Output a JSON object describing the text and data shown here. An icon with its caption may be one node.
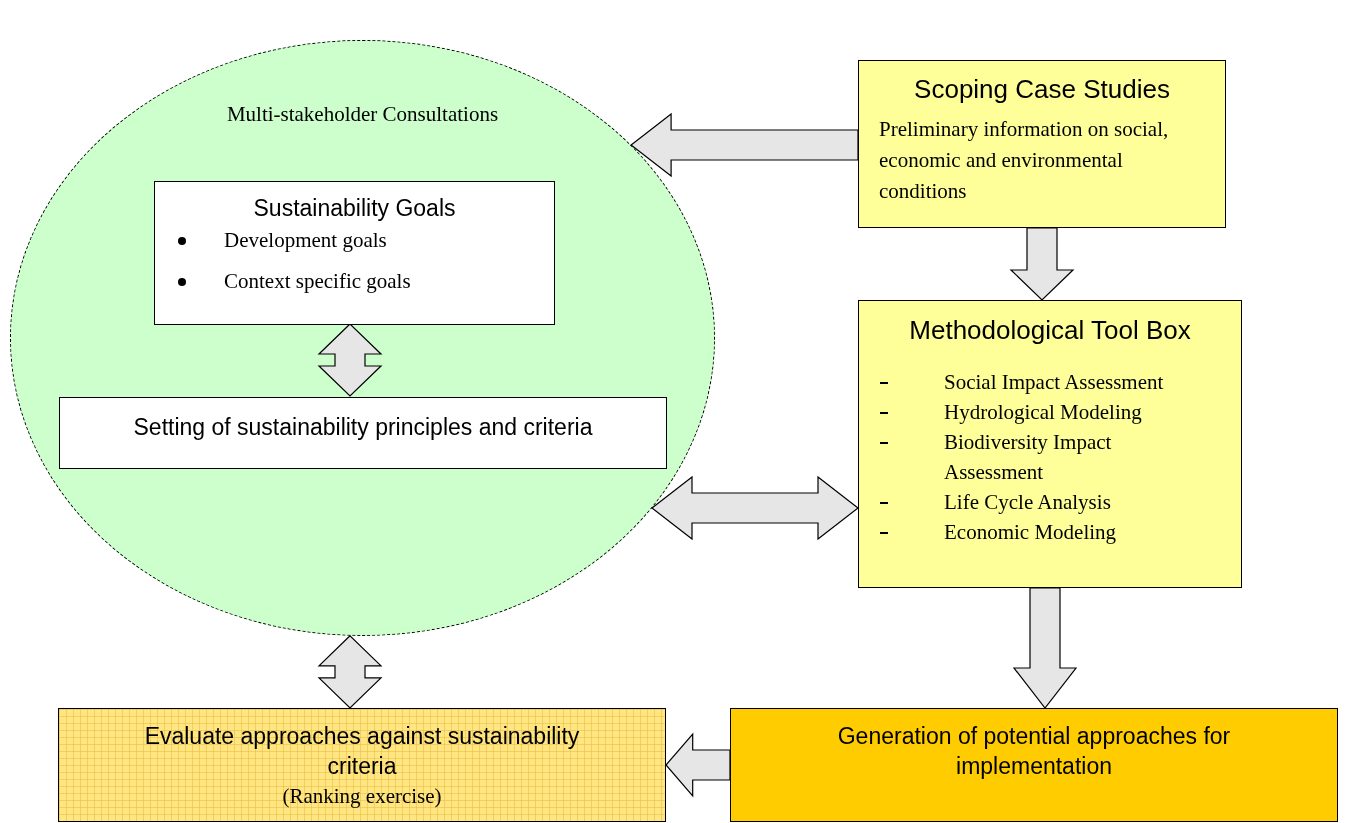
{
  "diagram": {
    "nodes": [
      {
        "text": [
          "Multi-stakeholder Consultations"
        ]
      },
      {
        "text": [
          "Sustainability Goals",
          "Development goals",
          "Context specific goals"
        ],
        "in": 0
      },
      {
        "text": [
          "Setting of sustainability principles and criteria"
        ],
        "in": 0
      },
      {
        "text": [
          "Scoping Case Studies",
          "Preliminary information on social, economic and environmental conditions"
        ]
      },
      {
        "text": [
          "Methodological Tool Box",
          "Social Impact Assessment",
          "Hydrological Modeling",
          "Biodiversity Impact Assessment",
          "Life Cycle Analysis",
          "Economic Modeling"
        ]
      },
      {
        "text": [
          "Generation of potential approaches for implementation"
        ]
      },
      {
        "text": [
          "Evaluate approaches against sustainability criteria",
          "(Ranking exercise)"
        ]
      }
    ],
    "edges": [
      {
        "from": 3,
        "to": 0,
        "arrow": "to"
      },
      {
        "from": 3,
        "to": 4,
        "arrow": "to"
      },
      {
        "from": 1,
        "to": 2,
        "arrow": "both"
      },
      {
        "from": 0,
        "to": 4,
        "arrow": "both"
      },
      {
        "from": 4,
        "to": 5,
        "arrow": "to"
      },
      {
        "from": 0,
        "to": 6,
        "arrow": "both"
      },
      {
        "from": 5,
        "to": 6,
        "arrow": "to"
      }
    ]
  }
}
